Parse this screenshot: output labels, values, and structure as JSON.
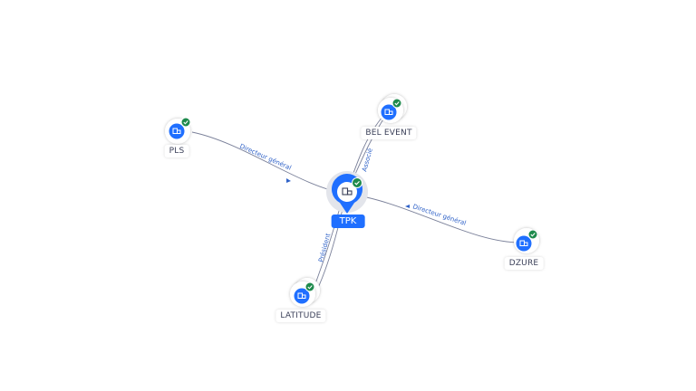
{
  "colors": {
    "brand": "#1f6fff",
    "check": "#1e8a4c",
    "edge": "#7b819a",
    "edge_label": "#2f62c8",
    "label_text": "#3a3f58"
  },
  "icons": {
    "company": "building-icon",
    "verified": "check-icon"
  },
  "center": {
    "label": "TPK"
  },
  "nodes": [
    {
      "label": "PLS"
    },
    {
      "label": "BEL EVENT"
    },
    {
      "label": "DZURE"
    },
    {
      "label": "LATITUDE"
    }
  ],
  "edges": [
    {
      "label": "Directeur général"
    },
    {
      "label": "Associé"
    },
    {
      "label": "Directeur général"
    },
    {
      "label": "Président"
    }
  ]
}
